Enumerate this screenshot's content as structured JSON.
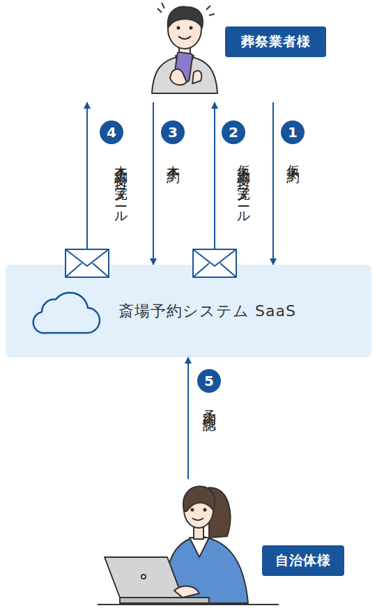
{
  "diagram": {
    "nodes": [
      {
        "text": [
          "葬祭業者様"
        ]
      },
      {
        "text": [
          "斎場予約システム SaaS"
        ]
      },
      {
        "text": [
          "自治体様"
        ]
      }
    ],
    "edges": [
      {
        "from": 0,
        "to": 1,
        "arrow": "to",
        "label": "仮予約"
      },
      {
        "from": 1,
        "to": 0,
        "arrow": "to",
        "label": "仮予約受付 完了メール"
      },
      {
        "from": 0,
        "to": 1,
        "arrow": "to",
        "label": "本予約"
      },
      {
        "from": 1,
        "to": 0,
        "arrow": "to",
        "label": "本予約受付 完了メール"
      },
      {
        "from": 2,
        "to": 1,
        "arrow": "to",
        "label": "予約確認"
      }
    ],
    "labels": [
      "1",
      "2",
      "3",
      "4",
      "5"
    ]
  }
}
